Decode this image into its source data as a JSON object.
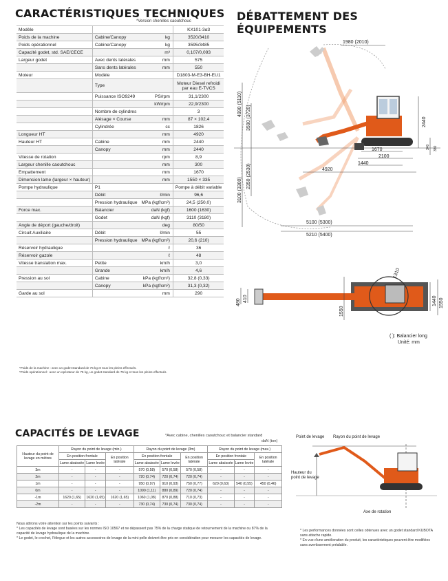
{
  "specs": {
    "title": "CARACTÉRISTIQUES TECHNIQUES",
    "subtitle": "*Version chenilles caoutchouc",
    "rows": [
      {
        "label": "Modèle",
        "sub": "",
        "unit": "",
        "value": "KX101-3α3"
      },
      {
        "label": "Poids de la machine",
        "sub": "Cabine/Canopy",
        "unit": "kg",
        "value": "3520/3410"
      },
      {
        "label": "Poids opérationnel",
        "sub": "Cabine/Canopy",
        "unit": "kg",
        "value": "3595/3485"
      },
      {
        "label": "Capacité godet, std. SAE/CECE",
        "sub": "",
        "unit": "m³",
        "value": "0,107/0,093"
      },
      {
        "label": "Largeur godet",
        "sub": "Avec dents latérales",
        "unit": "mm",
        "value": "575"
      },
      {
        "label": "",
        "sub": "Sans dents latérales",
        "unit": "mm",
        "value": "550"
      },
      {
        "label": "Moteur",
        "sub": "Modèle",
        "unit": "",
        "value": "D1803-M-E3-BH-EU1"
      },
      {
        "label": "",
        "sub": "Type",
        "unit": "",
        "value": "Moteur Diesel refroidi par eau E-TVCS"
      },
      {
        "label": "",
        "sub": "Puissance ISO9249",
        "unit": "PS/rpm",
        "value": "31,1/2300"
      },
      {
        "label": "",
        "sub": "",
        "unit": "kW/rpm",
        "value": "22,9/2300"
      },
      {
        "label": "",
        "sub": "Nombre de cylindres",
        "unit": "",
        "value": "3"
      },
      {
        "label": "",
        "sub": "Alésage × Course",
        "unit": "mm",
        "value": "87 × 102,4"
      },
      {
        "label": "",
        "sub": "Cylindrée",
        "unit": "cc",
        "value": "1826"
      },
      {
        "label": "Longueur HT",
        "sub": "",
        "unit": "mm",
        "value": "4920"
      },
      {
        "label": "Hauteur HT",
        "sub": "Cabine",
        "unit": "mm",
        "value": "2440"
      },
      {
        "label": "",
        "sub": "Canopy",
        "unit": "mm",
        "value": "2440"
      },
      {
        "label": "Vitesse de rotation",
        "sub": "",
        "unit": "rpm",
        "value": "8,9"
      },
      {
        "label": "Largeur chenille caoutchouc",
        "sub": "",
        "unit": "mm",
        "value": "300"
      },
      {
        "label": "Empattement",
        "sub": "",
        "unit": "mm",
        "value": "1670"
      },
      {
        "label": "Dimension lame (largeur × hauteur)",
        "sub": "",
        "unit": "mm",
        "value": "1550 × 335"
      },
      {
        "label": "Pompe hydraulique",
        "sub": "P1",
        "unit": "",
        "value": "Pompe à débit variable"
      },
      {
        "label": "",
        "sub": "Débit",
        "unit": "ℓ/min",
        "value": "96,6"
      },
      {
        "label": "",
        "sub": "Pression hydraulique",
        "unit": "MPa (kgf/cm²)",
        "value": "24,5 (250,0)"
      },
      {
        "label": "Force max.",
        "sub": "Balancier",
        "unit": "daN (kgf)",
        "value": "1600 (1630)"
      },
      {
        "label": "",
        "sub": "Godet",
        "unit": "daN (kgf)",
        "value": "3110 (3180)"
      },
      {
        "label": "Angle de déport (gauche/droit)",
        "sub": "",
        "unit": "deg",
        "value": "80/50"
      },
      {
        "label": "Circuit Auxiliaire",
        "sub": "Débit",
        "unit": "ℓ/min",
        "value": "55"
      },
      {
        "label": "",
        "sub": "Pression hydraulique",
        "unit": "MPa (kgf/cm²)",
        "value": "20,6 (210)"
      },
      {
        "label": "Réservoir hydraulique",
        "sub": "",
        "unit": "ℓ",
        "value": "36"
      },
      {
        "label": "Réservoir gazole",
        "sub": "",
        "unit": "ℓ",
        "value": "48"
      },
      {
        "label": "Vitesse translation max.",
        "sub": "Petite",
        "unit": "km/h",
        "value": "3,0"
      },
      {
        "label": "",
        "sub": "Grande",
        "unit": "km/h",
        "value": "4,6"
      },
      {
        "label": "Pression au sol",
        "sub": "Cabine",
        "unit": "kPa (kgf/cm²)",
        "value": "32,8 (0,33)"
      },
      {
        "label": "",
        "sub": "Canopy",
        "unit": "kPa (kgf/cm²)",
        "value": "31,3 (0,32)"
      },
      {
        "label": "Garde au sol",
        "sub": "",
        "unit": "mm",
        "value": "290"
      }
    ],
    "note1": "*Poids de la machine : avec un godet standard de 75 kg et tous les pleins effectués.",
    "note2": "*Poids opérationnel : avec un opérateur de 75 kg, un godet standard de 75 kg et tous les pleins effectués."
  },
  "dims": {
    "title": "DÉBATTEMENT DES ÉQUIPEMENTS",
    "labels": {
      "reach_top": "1980 (2010)",
      "h1": "4990 (5110)",
      "h2": "3590 (3720)",
      "h_machine": "2440",
      "d_lower1": "3100 (3300)",
      "d_lower2": "2350 (2530)",
      "blade_up": "340",
      "blade_down": "380",
      "len1": "1670",
      "len2": "2100",
      "len3": "1440",
      "len4": "4920",
      "r1": "5100 (5300)",
      "r2": "5210 (5400)",
      "top_w1": "480",
      "top_w2": "410",
      "top_1550a": "1550",
      "top_1310": "1310",
      "top_1440": "1440",
      "top_1550b": "1550"
    },
    "legend1": "( ): Balancier long",
    "legend2": "Unité: mm"
  },
  "lift": {
    "title": "CAPACITÉS DE LEVAGE",
    "note_a": "*Avec cabine, chenilles caoutchouc et balancier standard",
    "note_b": "daN (ton)",
    "row_header": "Hauteur du point de levage en mètres",
    "groups": [
      "Rayon du point de levage (min.)",
      "Rayon du point de levage (3m)",
      "Rayon du point de levage (max.)"
    ],
    "front": "En position frontale",
    "lateral": "En position latérale",
    "lame_basse": "Lame abaissée",
    "lame_levee": "Lame levée",
    "rows": [
      {
        "h": "3m",
        "c": [
          "-",
          "-",
          "-",
          "570 (0,58)",
          "570 (0,58)",
          "570 (0,58)",
          "-",
          "-",
          "-"
        ]
      },
      {
        "h": "2m",
        "c": [
          "-",
          "-",
          "-",
          "720 (0,74)",
          "720 (0,74)",
          "720 (0,74)",
          "-",
          "-",
          "-"
        ]
      },
      {
        "h": "1m",
        "c": [
          "-",
          "-",
          "-",
          "950 (0,97)",
          "910 (0,93)",
          "750 (0,77)",
          "620 (0,63)",
          "540 (0,55)",
          "450 (0,46)"
        ]
      },
      {
        "h": "0m",
        "c": [
          "-",
          "-",
          "-",
          "1090 (1,11)",
          "880 (0,89)",
          "720 (0,74)",
          "-",
          "-",
          "-"
        ]
      },
      {
        "h": "-1m",
        "c": [
          "1620 (1,65)",
          "1620 (1,65)",
          "1620 (1,65)",
          "1060 (1,08)",
          "870 (0,88)",
          "710 (0,73)",
          "-",
          "-",
          "-"
        ]
      },
      {
        "h": "-2m",
        "c": [
          "-",
          "-",
          "-",
          "730 (0,74)",
          "730 (0,74)",
          "730 (0,74)",
          "-",
          "-",
          "-"
        ]
      }
    ],
    "diagram": {
      "point": "Point de levage",
      "rayon": "Rayon du point de levage",
      "hauteur": "Hauteur du point de levage",
      "axe": "Axe de rotation"
    },
    "foot_intro": "Nous attirons votre attention sur les points suivants :",
    "foot1": "* Les capacités de levage sont basées sur les normes ISO 10567 et ne dépassent pas 75% de la charge statique de retournement de la machine ou 87% de la capacité de levage hydraulique de la machine.",
    "foot2": "* Le godet, le crochet, l'élingue et les autres accessoires de levage de la mini-pelle doivent être pris en considération pour mesurer les capacités de levage.",
    "foot3": "* Les performances données sont celles obtenues avec un godet standard KUBOTA sans attache rapide.",
    "foot4": "* En vue d'une amélioration du produit, les caractéristiques peuvent être modifiées sans avertissement préalable."
  }
}
